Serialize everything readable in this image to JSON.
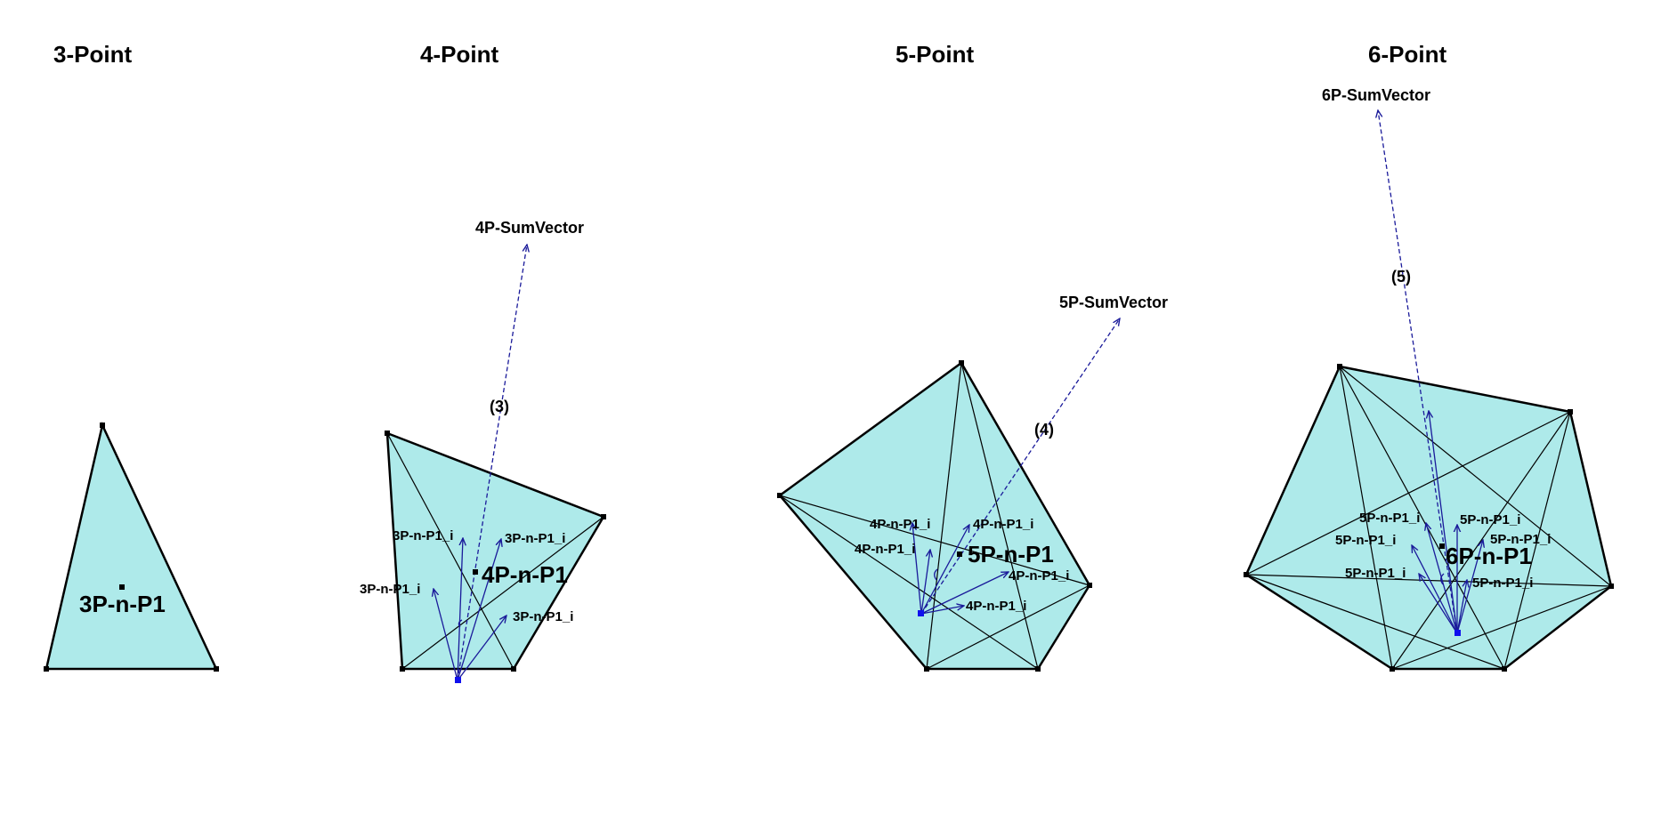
{
  "panels": [
    {
      "title": "3-Point",
      "center_label": "3P-n-P1",
      "sum_label": "",
      "step_label": "",
      "sub_labels": []
    },
    {
      "title": "4-Point",
      "center_label": "4P-n-P1",
      "sum_label": "4P-SumVector",
      "step_label": "(3)",
      "sub_labels": [
        "3P-n-P1_i",
        "3P-n-P1_i",
        "3P-n-P1_i",
        "3P-n-P1_i"
      ]
    },
    {
      "title": "5-Point",
      "center_label": "5P-n-P1",
      "sum_label": "5P-SumVector",
      "step_label": "(4)",
      "sub_labels": [
        "4P-n-P1_i",
        "4P-n-P1_i",
        "4P-n-P1_i",
        "4P-n-P1_i",
        "4P-n-P1_i"
      ]
    },
    {
      "title": "6-Point",
      "center_label": "6P-n-P1",
      "sum_label": "6P-SumVector",
      "step_label": "(5)",
      "sub_labels": [
        "5P-n-P1_i",
        "5P-n-P1_i",
        "5P-n-P1_i",
        "5P-n-P1_i",
        "5P-n-P1_i",
        "5P-n-P1_i"
      ]
    }
  ],
  "colors": {
    "fill": "#aeeaea",
    "vector": "#1a1a9a",
    "origin": "#1010ee"
  }
}
